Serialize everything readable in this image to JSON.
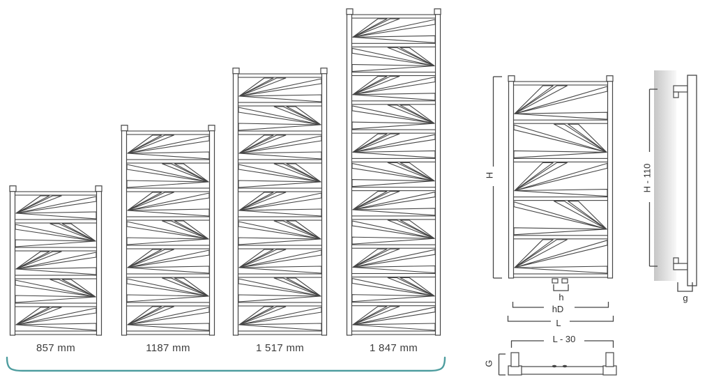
{
  "radiators": [
    {
      "label": "857 mm",
      "panels": 5
    },
    {
      "label": "1187 mm",
      "panels": 7
    },
    {
      "label": "1 517 mm",
      "panels": 9
    },
    {
      "label": "1 847 mm",
      "panels": 11
    }
  ],
  "front_view": {
    "panels": 5,
    "labels": {
      "height": "H",
      "connection": "h",
      "pipe_spacing": "hD",
      "width": "L"
    }
  },
  "side_view": {
    "labels": {
      "height": "H - 110",
      "wall_gap": "g"
    }
  },
  "bottom_view": {
    "labels": {
      "width": "L - 30",
      "depth": "G"
    }
  },
  "colors": {
    "line": "#454545",
    "accent": "#4e9d9f"
  }
}
